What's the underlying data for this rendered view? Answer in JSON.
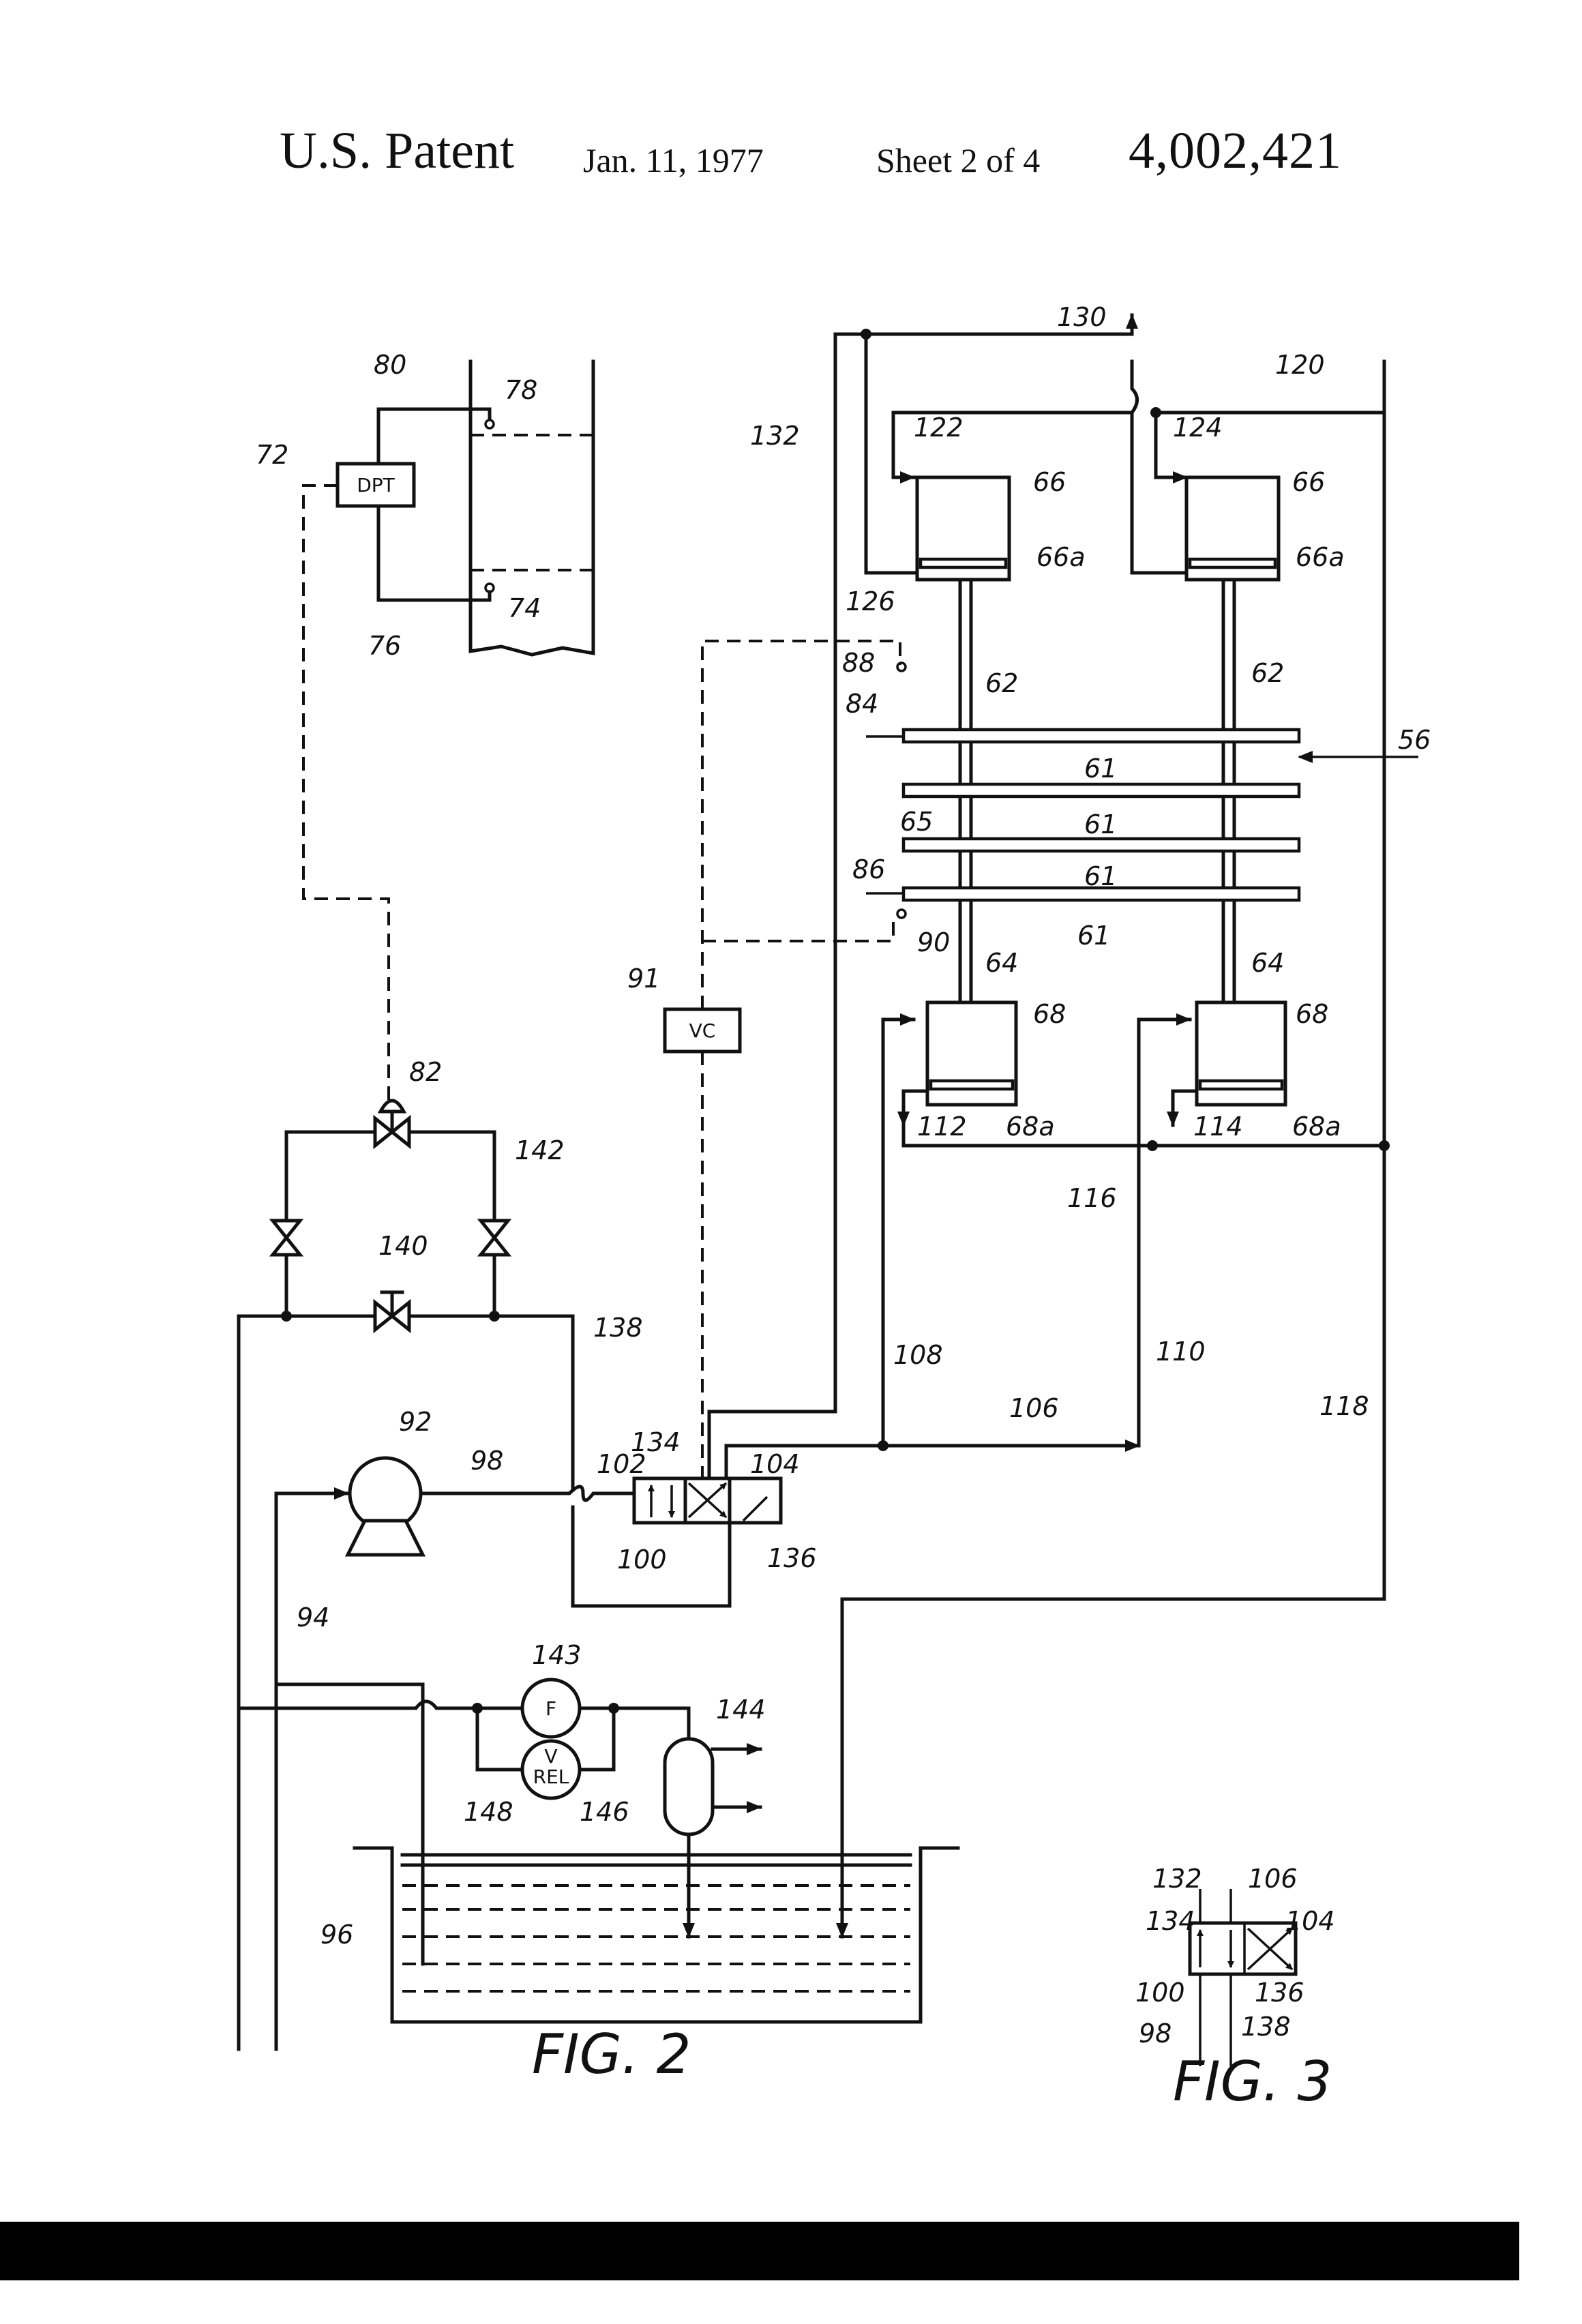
{
  "header": {
    "patent": "U.S. Patent",
    "date": "Jan. 11, 1977",
    "sheet": "Sheet 2 of 4",
    "number": "4,002,421"
  },
  "fig2": {
    "caption": "FIG. 2",
    "dpt_box": "DPT",
    "vc_box": "VC",
    "flow_meter": "F",
    "relief_top": "V",
    "relief_bottom": "REL",
    "labels": {
      "n56": "56",
      "n61a": "61",
      "n61b": "61",
      "n61c": "61",
      "n61d": "61",
      "n62a": "62",
      "n62b": "62",
      "n64a": "64",
      "n64b": "64",
      "n65": "65",
      "n66a": "66",
      "n66b": "66",
      "n66aa": "66a",
      "n66ab": "66a",
      "n68a": "68",
      "n68b": "68",
      "n68aa": "68a",
      "n68ab": "68a",
      "n72": "72",
      "n74": "74",
      "n76": "76",
      "n78": "78",
      "n80": "80",
      "n82": "82",
      "n84": "84",
      "n86": "86",
      "n88": "88",
      "n90": "90",
      "n91": "91",
      "n92": "92",
      "n94": "94",
      "n96": "96",
      "n98": "98",
      "n100": "100",
      "n102": "102",
      "n104": "104",
      "n106": "106",
      "n108": "108",
      "n110": "110",
      "n112": "112",
      "n114": "114",
      "n116": "116",
      "n118": "118",
      "n120": "120",
      "n122": "122",
      "n124": "124",
      "n126": "126",
      "n130": "130",
      "n132": "132",
      "n134": "134",
      "n136": "136",
      "n138": "138",
      "n140": "140",
      "n142": "142",
      "n143": "143",
      "n144": "144",
      "n146": "146",
      "n148": "148"
    }
  },
  "fig3": {
    "caption": "FIG. 3",
    "labels": {
      "n132": "132",
      "n106": "106",
      "n134": "134",
      "n104": "104",
      "n100": "100",
      "n136": "136",
      "n98": "98",
      "n138": "138"
    }
  }
}
